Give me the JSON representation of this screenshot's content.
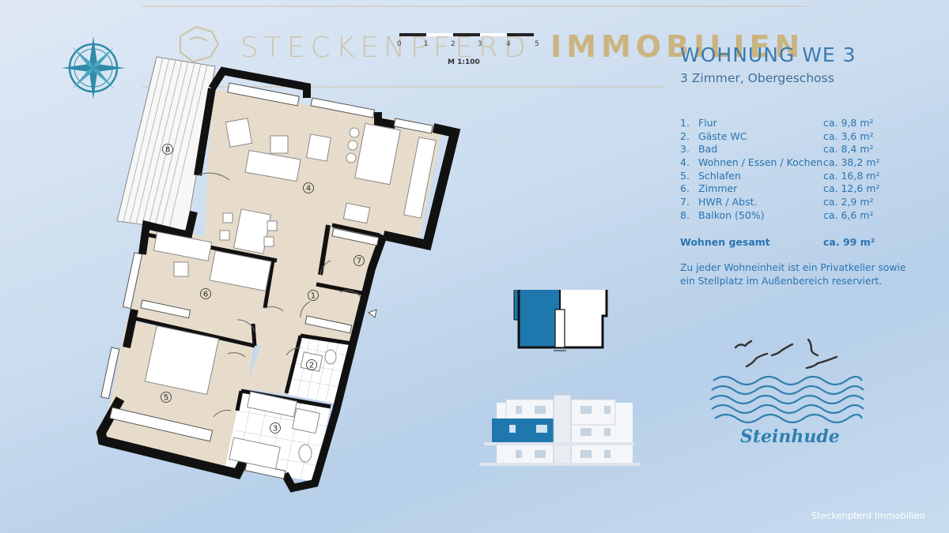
{
  "brand": {
    "left": "STECKENPFERD",
    "right": "IMMOBILIEN"
  },
  "scale": {
    "ticks": [
      "0",
      "1",
      "2",
      "3",
      "4",
      "5"
    ],
    "label": "M 1:100"
  },
  "title": "WOHNUNG WE 3",
  "subtitle": "3 Zimmer, Obergeschoss",
  "rooms": [
    {
      "num": "1.",
      "name": "Flur",
      "area": "ca. 9,8 m²"
    },
    {
      "num": "2.",
      "name": "Gäste WC",
      "area": "ca. 3,6 m²"
    },
    {
      "num": "3.",
      "name": "Bad",
      "area": "ca. 8,4 m²"
    },
    {
      "num": "4.",
      "name": "Wohnen / Essen / Kochen",
      "area": "ca. 38,2 m²"
    },
    {
      "num": "5.",
      "name": "Schlafen",
      "area": "ca. 16,8 m²"
    },
    {
      "num": "6.",
      "name": "Zimmer",
      "area": "ca. 12,6 m²"
    },
    {
      "num": "7.",
      "name": "HWR / Abst.",
      "area": "ca. 2,9 m²"
    },
    {
      "num": "8.",
      "name": "Balkon (50%)",
      "area": "ca. 6,6 m²"
    }
  ],
  "total": {
    "label": "Wohnen gesamt",
    "area": "ca. 99 m²"
  },
  "note": "Zu jeder Wohneinheit ist ein Privatkeller sowie ein Stellplatz im Außenbereich reserviert.",
  "plan_labels": [
    "1",
    "2",
    "3",
    "4",
    "5",
    "6",
    "7",
    "8"
  ],
  "logo_text": "Steinhude",
  "footer": "Steckenpferd Immobilien",
  "colors": {
    "accent": "#2a74b0",
    "highlight": "#1f78ad",
    "floor": "#e7dccb",
    "gold": "#c8a55a"
  }
}
